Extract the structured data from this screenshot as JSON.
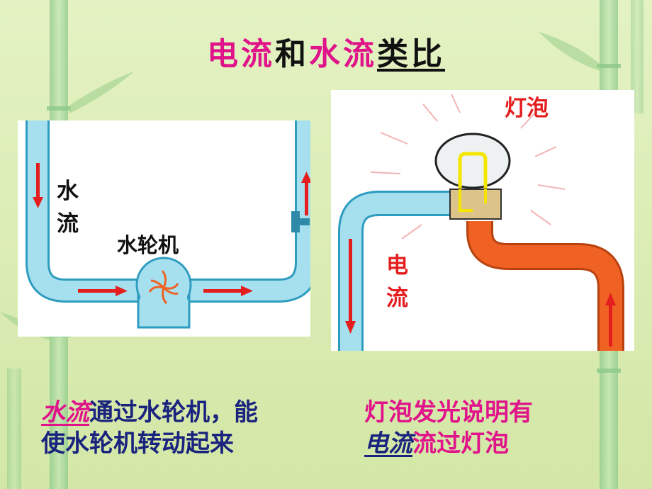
{
  "title": {
    "part1": "电流",
    "part2": "和",
    "part3": "水流",
    "part4": "类比"
  },
  "water_panel": {
    "flow_label_1": "水",
    "flow_label_2": "流",
    "turbine_label": "水轮机"
  },
  "electric_panel": {
    "bulb_label": "灯泡",
    "current_label_1": "电",
    "current_label_2": "流"
  },
  "captions": {
    "left_line1_term": "水流",
    "left_line1_rest": "通过水轮机，能",
    "left_line2": "使水轮机转动起来",
    "right_line1": "灯泡发光说明有",
    "right_line2_term": "电流",
    "right_line2_rest": "流过灯泡"
  },
  "colors": {
    "background": "#d9ebb0",
    "bamboo": "#a8d49a",
    "water": "#a6e0ef",
    "water_outline": "#2e9cbf",
    "arrow": "#e41e1e",
    "copper_wire": "#f06224",
    "bulb_base": "#dcc38a",
    "title_accent": "#e0138a",
    "caption_blue": "#1a237e",
    "caption_red": "#e0138a"
  }
}
